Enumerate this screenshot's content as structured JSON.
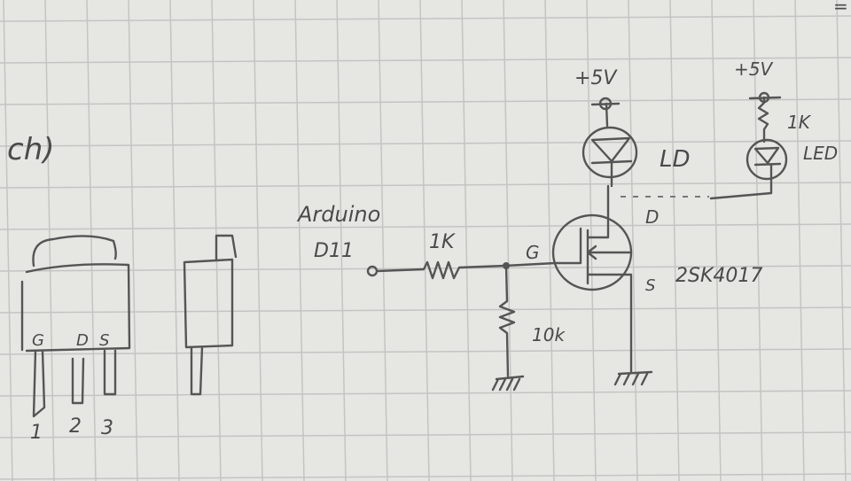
{
  "colors": {
    "paper": "#e6e6e3",
    "grid": "#c4c4c2",
    "pencil": "#555555"
  },
  "header": {
    "fragment": "ch)",
    "corner_mark": "="
  },
  "package": {
    "pin_labels": [
      "G",
      "D",
      "S"
    ],
    "pin_numbers": [
      "1",
      "2",
      "3"
    ]
  },
  "circuit": {
    "input_label": "Arduino",
    "input_pin": "D11",
    "gate_resistor": "1K",
    "pulldown_resistor": "10k",
    "gate_label": "G",
    "drain_label": "D",
    "source_label": "S",
    "transistor": "2SK4017",
    "supply_main": "+5V",
    "load_main": "LD",
    "supply_alt": "+5V",
    "alt_resistor": "1K",
    "load_alt": "LED"
  }
}
